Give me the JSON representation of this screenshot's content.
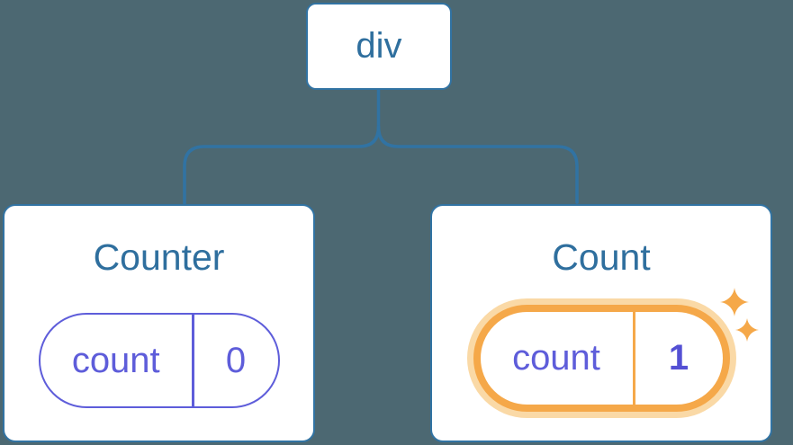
{
  "diagram": {
    "description": "React component tree diagram: a div root with two child components, the second child's state pill is highlighted as newly updated",
    "root": {
      "label": "div"
    },
    "children": [
      {
        "title": "Counter",
        "pill": {
          "key": "count",
          "value": "0"
        },
        "highlighted": false
      },
      {
        "title": "Count",
        "pill": {
          "key": "count",
          "value": "1"
        },
        "highlighted": true
      }
    ]
  },
  "colors": {
    "bg": "#4C6872",
    "blue": "#3173A3",
    "title_blue": "#2F6F9E",
    "purple": "#5E5DDA",
    "value_purple": "#5450D4",
    "orange": "#F5A849",
    "orange_halo": "#FAD9A6",
    "box_fill": "#FFFFFF"
  }
}
